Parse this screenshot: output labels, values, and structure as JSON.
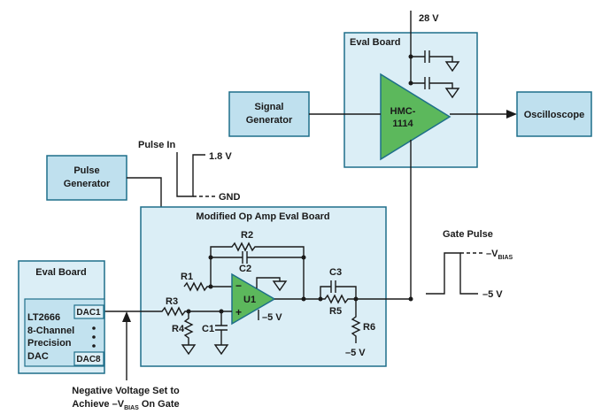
{
  "eval_board_top": {
    "title": "Eval Board",
    "supply": "28 V"
  },
  "amplifier": {
    "line1": "HMC-",
    "line2": "1114"
  },
  "signal_generator": {
    "line1": "Signal",
    "line2": "Generator"
  },
  "oscilloscope": {
    "label": "Oscilloscope"
  },
  "pulse_generator": {
    "line1": "Pulse",
    "line2": "Generator"
  },
  "pulse_in": {
    "title": "Pulse In",
    "high": "1.8 V",
    "low": "GND"
  },
  "opamp_board": {
    "title": "Modified Op Amp Eval Board",
    "opamp": "U1",
    "minus_sign": "−",
    "plus_sign": "+",
    "neg_supply": "–5 V",
    "r1": "R1",
    "r2": "R2",
    "r3": "R3",
    "r4": "R4",
    "r5": "R5",
    "r6": "R6",
    "c1": "C1",
    "c2": "C2",
    "c3": "C3",
    "r6_supply": "–5 V"
  },
  "gate_pulse": {
    "title": "Gate Pulse",
    "high_prefix": "–V",
    "high_sub": "BIAS",
    "low": "–5 V"
  },
  "eval_board_left": {
    "title": "Eval Board",
    "dac_line1": "LT2666",
    "dac_line2": "8-Channel",
    "dac_line3": "Precision",
    "dac_line4": "DAC",
    "dac1": "DAC1",
    "dac8": "DAC8"
  },
  "note": {
    "line1": "Negative Voltage Set to",
    "line2_prefix": "Achieve –V",
    "line2_sub": "BIAS",
    "line2_suffix": " On Gate"
  }
}
